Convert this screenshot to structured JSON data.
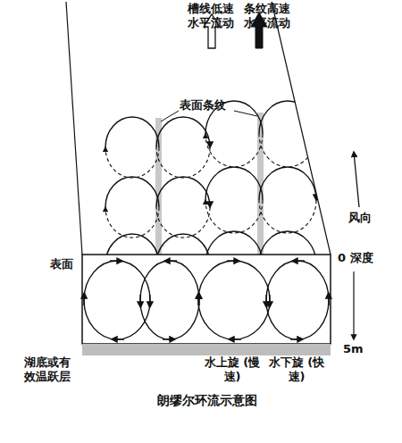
{
  "diagram": {
    "caption": "朗缪尔环流示意图",
    "labels": [
      "槽线低速 水平流动",
      "条纹高速 水平流动",
      "表面条纹",
      "风向",
      "表面",
      "0",
      "深度",
      "5m",
      "湖底或有 效温跃层",
      "水上旋 (慢速)",
      "水下旋 (快速)"
    ]
  }
}
